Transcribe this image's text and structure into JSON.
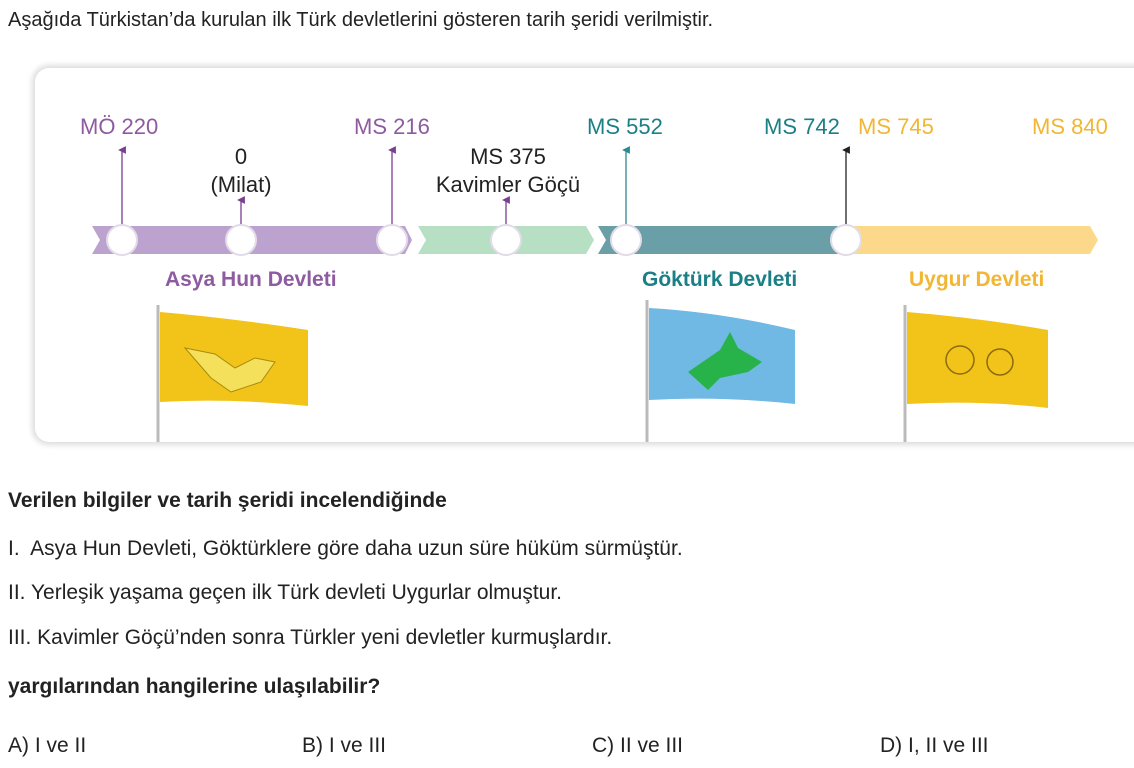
{
  "intro": "Aşağıda Türkistan’da kurulan ilk Türk devletlerini gösteren tarih şeridi verilmiştir.",
  "timeline": {
    "dates": {
      "mo220": "MÖ 220",
      "milat_year": "0",
      "milat_label": "(Milat)",
      "ms216": "MS 216",
      "ms375": "MS 375",
      "ms375_label": "Kavimler Göçü",
      "ms552": "MS 552",
      "ms742": "MS 742",
      "ms745": "MS 745",
      "ms840": "MS 840"
    },
    "states": {
      "hun": "Asya Hun Devleti",
      "gokturk": "Göktürk Devleti",
      "uygur": "Uygur Devleti"
    },
    "colors": {
      "hun": "#bca3cf",
      "migration": "#b6dfc3",
      "gokturk": "#6a9fa8",
      "uygur": "#fcd98a"
    }
  },
  "question": {
    "stem": "Verilen bilgiler ve tarih şeridi incelendiğinde",
    "statements": [
      "I.  Asya Hun Devleti, Göktürklere göre daha uzun süre hüküm sürmüştür.",
      "II. Yerleşik yaşama geçen ilk Türk devleti Uygurlar olmuştur.",
      "III. Kavimler Göçü’nden sonra Türkler yeni devletler kurmuşlardır."
    ],
    "prompt": "yargılarından hangilerine ulaşılabilir?",
    "options": [
      "A) I ve II",
      "B) I ve III",
      "C) II ve III",
      "D) I, II ve III"
    ]
  }
}
